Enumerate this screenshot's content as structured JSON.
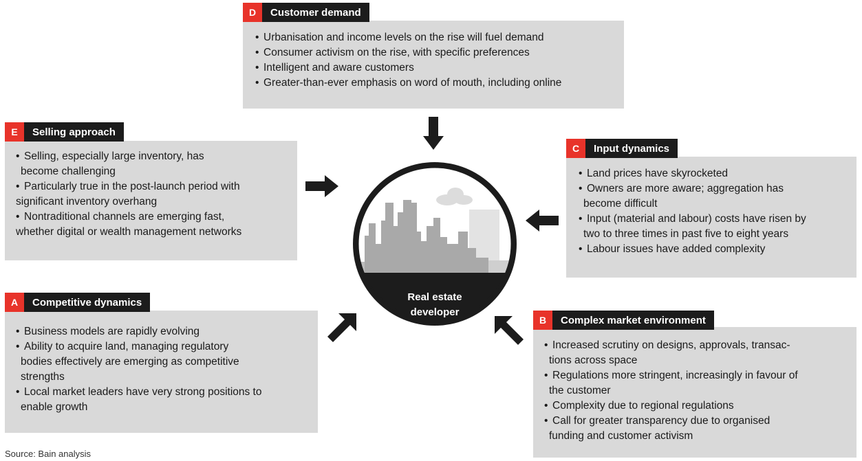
{
  "center": {
    "line1": "Real estate",
    "line2": "developer"
  },
  "panels": {
    "d": {
      "letter": "D",
      "title": "Customer demand",
      "items": [
        "Urbanisation and income levels on the rise will fuel demand",
        "Consumer activism on the rise, with specific preferences",
        "Intelligent and aware customers",
        "Greater-than-ever emphasis on word of mouth, including online"
      ]
    },
    "e": {
      "letter": "E",
      "title": "Selling approach",
      "items": [
        [
          "Selling, especially large inventory, has",
          "become challenging"
        ],
        [
          "Particularly true in the post-launch period with",
          "significant inventory overhang"
        ],
        [
          "Nontraditional channels are emerging fast,",
          "whether digital or wealth management networks"
        ]
      ]
    },
    "c": {
      "letter": "C",
      "title": "Input dynamics",
      "items": [
        [
          "Land prices have skyrocketed"
        ],
        [
          "Owners are more aware; aggregation has",
          "become difficult"
        ],
        [
          "Input (material and labour) costs have risen by",
          "two to three times in past five to eight years"
        ],
        [
          "Labour issues have added complexity"
        ]
      ]
    },
    "a": {
      "letter": "A",
      "title": "Competitive dynamics",
      "items": [
        [
          "Business models are rapidly evolving"
        ],
        [
          "Ability to acquire land, managing regulatory",
          "bodies effectively are emerging as competitive",
          "strengths"
        ],
        [
          "Local market leaders have very strong positions to",
          "enable growth"
        ]
      ]
    },
    "b": {
      "letter": "B",
      "title": "Complex market environment",
      "items": [
        [
          "Increased scrutiny on designs, approvals, transac-",
          "tions across space"
        ],
        [
          "Regulations more stringent, increasingly in favour of",
          "the customer"
        ],
        [
          "Complexity due to regional regulations"
        ],
        [
          "Call for greater transparency due to organised",
          "funding and customer activism"
        ]
      ]
    }
  },
  "source": "Source: Bain analysis",
  "colors": {
    "accent": "#e8332a",
    "header": "#1c1c1c",
    "box": "#d9d9d9",
    "city": "#a9a9a9"
  }
}
